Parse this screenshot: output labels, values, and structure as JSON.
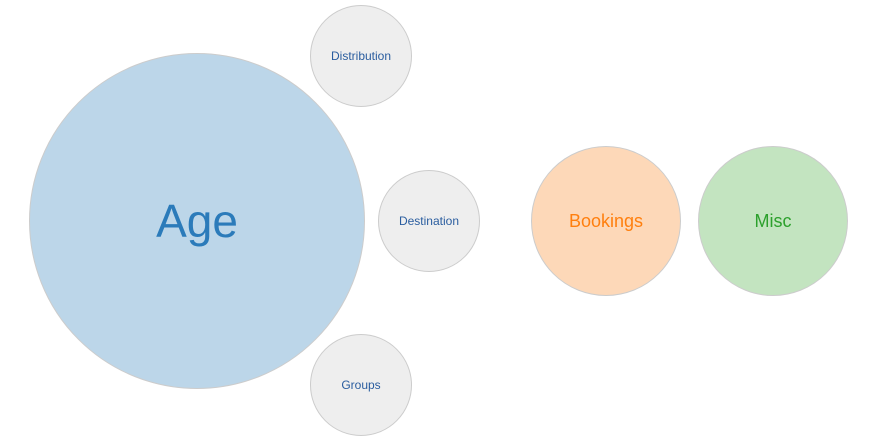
{
  "bubbles": {
    "age": {
      "label": "Age",
      "fill": "#bcd6e9",
      "text_color": "#2b7bba"
    },
    "distribution": {
      "label": "Distribution",
      "fill": "#eeeeee",
      "text_color": "#2a5d9f"
    },
    "destination": {
      "label": "Destination",
      "fill": "#eeeeee",
      "text_color": "#2a5d9f"
    },
    "groups": {
      "label": "Groups",
      "fill": "#eeeeee",
      "text_color": "#2a5d9f"
    },
    "bookings": {
      "label": "Bookings",
      "fill": "#fdd8b8",
      "text_color": "#ff7f0e"
    },
    "misc": {
      "label": "Misc",
      "fill": "#c3e4c0",
      "text_color": "#2ca02c"
    }
  },
  "border_color": "#cccccc"
}
